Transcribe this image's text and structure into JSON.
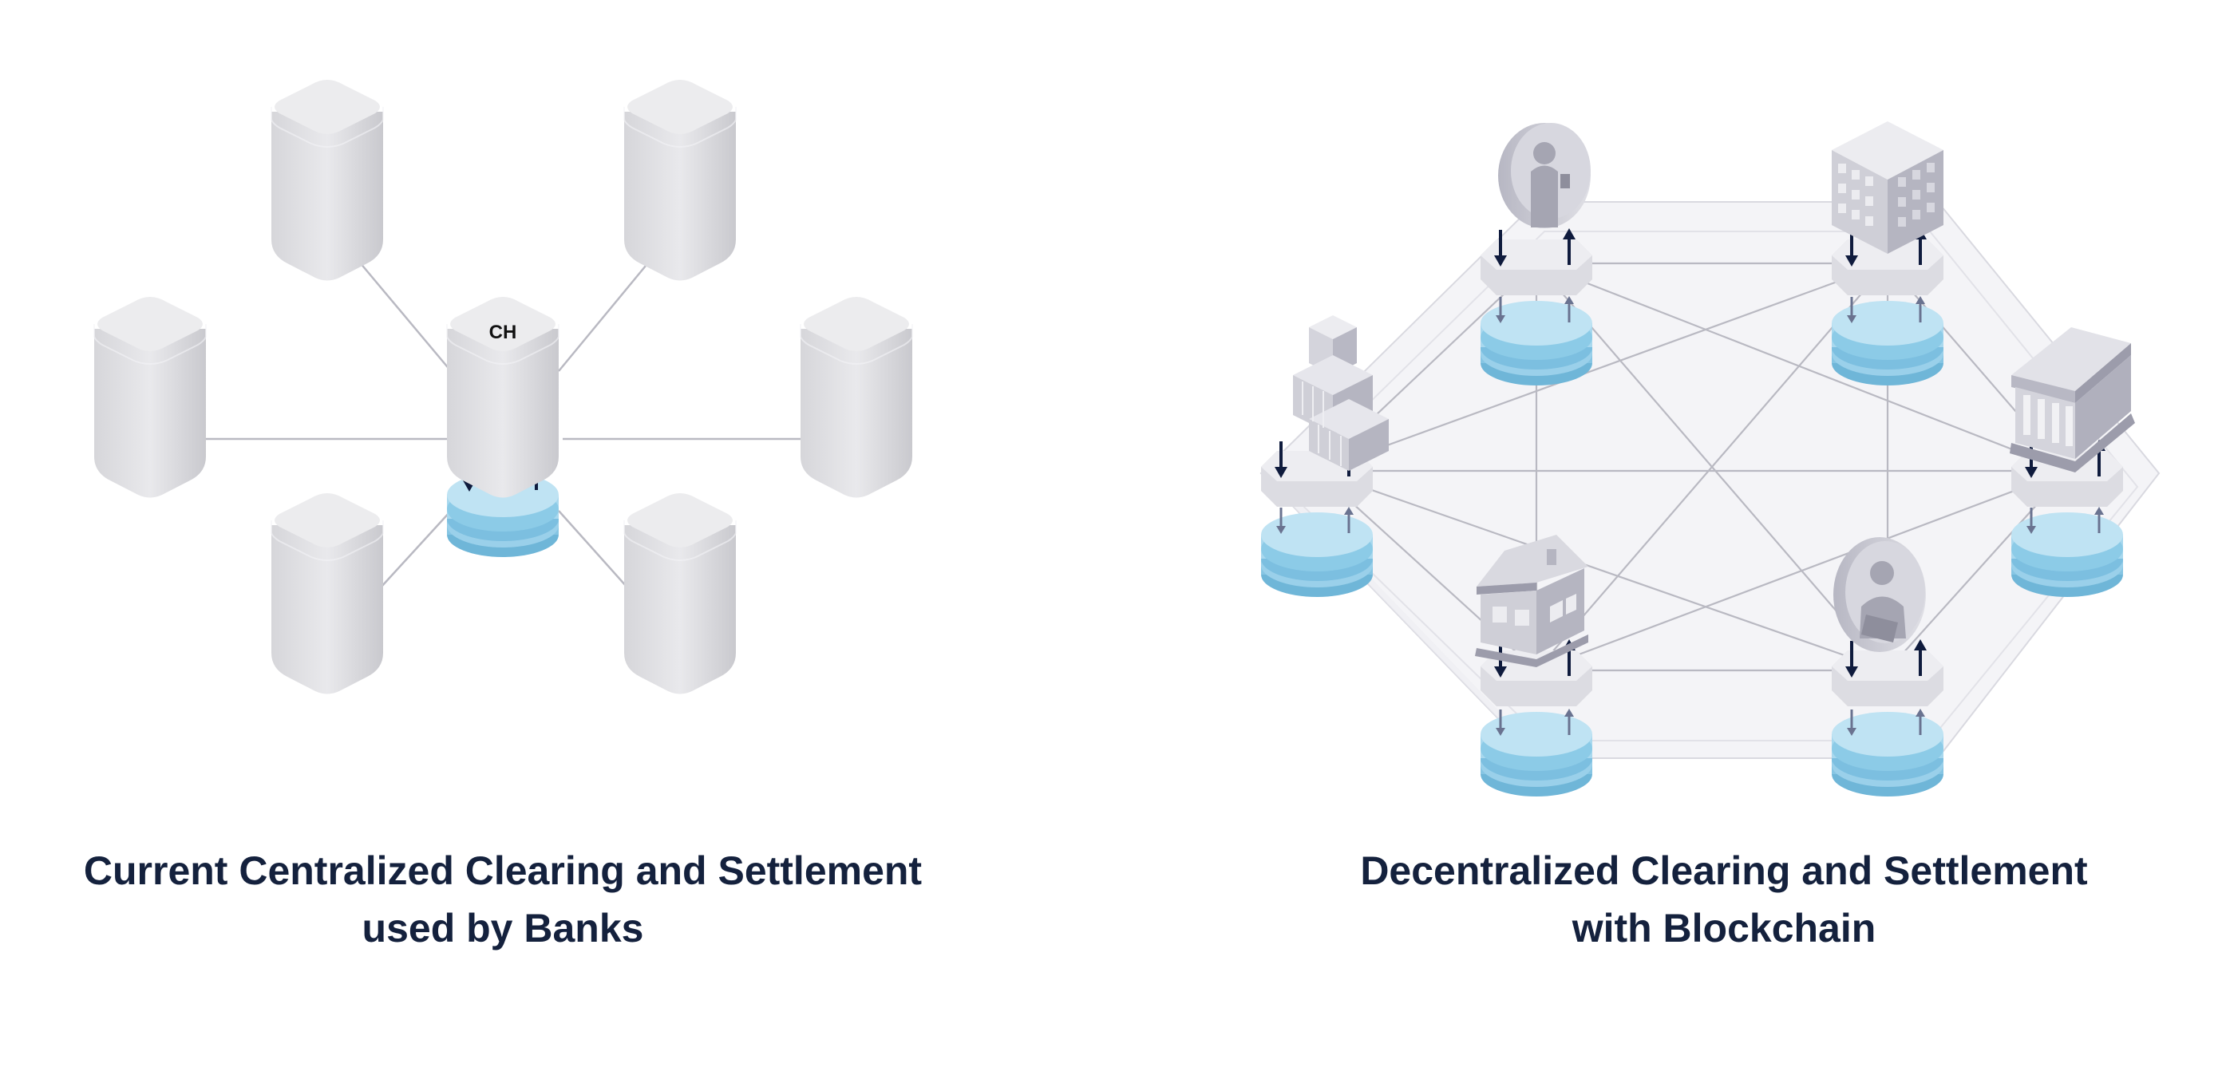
{
  "left_diagram": {
    "center_label": "CH",
    "caption": [
      "Current Centralized Clearing and Settlement",
      "used by Banks"
    ]
  },
  "right_diagram": {
    "caption": [
      "Decentralized Clearing and Settlement",
      "with Blockchain"
    ],
    "nodes": [
      "person-woman",
      "office-building",
      "bank",
      "person-man",
      "house",
      "skyscraper"
    ]
  },
  "colors": {
    "text": "#14213d",
    "server_light": "#e8e8ea",
    "server_side": "#cfcfd4",
    "ledger_blue": "#9bd3ec",
    "arrow": "#0f1b3d",
    "line": "#b9b9c2"
  }
}
